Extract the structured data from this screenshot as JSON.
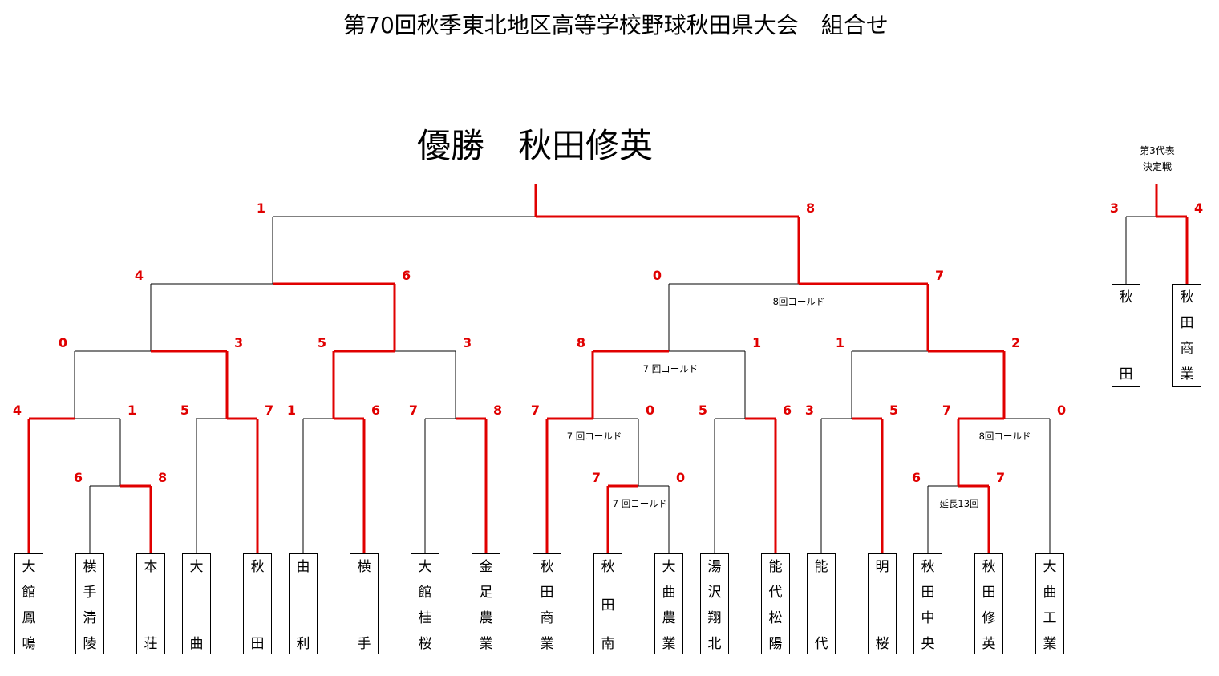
{
  "title": "第70回秋季東北地区高等学校野球秋田県大会　組合せ",
  "champion": "優勝　秋田修英",
  "third_place": {
    "heading_line1": "第3代表",
    "heading_line2": "決定戦"
  },
  "colors": {
    "winner_line": "#e00000",
    "score": "#e00000",
    "line": "#000000"
  },
  "teams": [
    {
      "name": [
        "大",
        "館",
        "鳳",
        "鳴"
      ]
    },
    {
      "name": [
        "横",
        "手",
        "清",
        "陵"
      ]
    },
    {
      "name": [
        "本",
        "",
        "",
        "荘"
      ]
    },
    {
      "name": [
        "大",
        "",
        "",
        "曲"
      ]
    },
    {
      "name": [
        "秋",
        "",
        "",
        "田"
      ]
    },
    {
      "name": [
        "由",
        "",
        "",
        "利"
      ]
    },
    {
      "name": [
        "横",
        "",
        "",
        "手"
      ]
    },
    {
      "name": [
        "大",
        "館",
        "桂",
        "桜"
      ]
    },
    {
      "name": [
        "金",
        "足",
        "農",
        "業"
      ]
    },
    {
      "name": [
        "秋",
        "田",
        "商",
        "業"
      ]
    },
    {
      "name": [
        "秋",
        "田",
        "南"
      ]
    },
    {
      "name": [
        "大",
        "曲",
        "農",
        "業"
      ]
    },
    {
      "name": [
        "湯",
        "沢",
        "翔",
        "北"
      ]
    },
    {
      "name": [
        "能",
        "代",
        "松",
        "陽"
      ]
    },
    {
      "name": [
        "能",
        "",
        "",
        "代"
      ]
    },
    {
      "name": [
        "明",
        "",
        "",
        "桜"
      ]
    },
    {
      "name": [
        "秋",
        "田",
        "中",
        "央"
      ]
    },
    {
      "name": [
        "秋",
        "田",
        "修",
        "英"
      ]
    },
    {
      "name": [
        "大",
        "曲",
        "工",
        "業"
      ]
    }
  ],
  "third_teams": [
    {
      "name": [
        "秋",
        "",
        "",
        "田"
      ]
    },
    {
      "name": [
        "秋",
        "田",
        "商",
        "業"
      ]
    }
  ],
  "scores": [
    "4",
    "1",
    "6",
    "8",
    "5",
    "7",
    "1",
    "6",
    "7",
    "8",
    "7",
    "0",
    "7",
    "0",
    "5",
    "6",
    "3",
    "5",
    "7",
    "0",
    "6",
    "7",
    "0",
    "3",
    "5",
    "3",
    "8",
    "1",
    "1",
    "2",
    "4",
    "6",
    "0",
    "7",
    "1",
    "8",
    "3",
    "4"
  ],
  "notes": [
    "8回コールド",
    "7 回コールド",
    "7 回コールド",
    "7 回コールド",
    "8回コールド",
    "延長13回"
  ]
}
